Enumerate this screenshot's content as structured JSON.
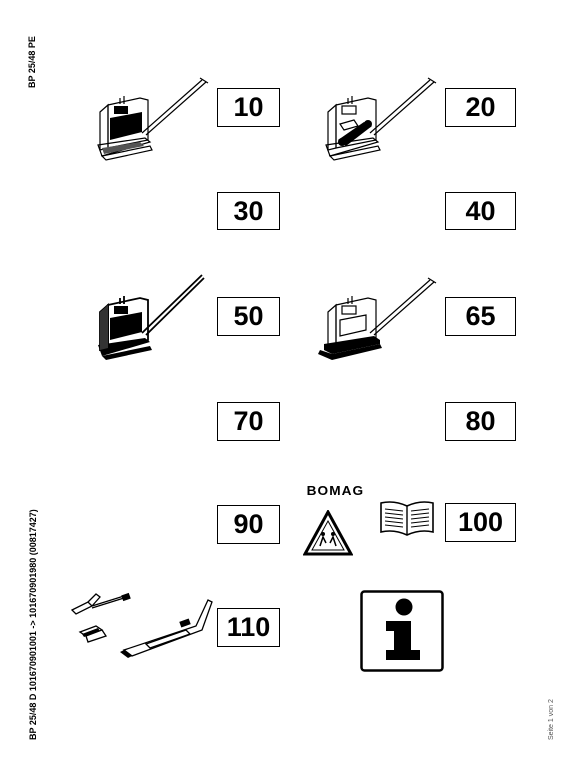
{
  "side_labels": {
    "model": "BP 25/48 PE",
    "serial_range": "BP 25/48 D 101670901001  -> 101670901980 (00817427)"
  },
  "page_label": "Seite 1 von 2",
  "brand": "BOMAG",
  "sections": [
    "10",
    "20",
    "30",
    "40",
    "50",
    "65",
    "70",
    "80",
    "90",
    "100",
    "110"
  ],
  "icons": {
    "machine_engine": "compactor-engine-highlight-icon",
    "machine_drive": "compactor-drive-belt-icon",
    "machine_full": "compactor-full-highlight-icon",
    "machine_base": "compactor-base-plate-icon",
    "warning": "warning-triangle-icon",
    "manual": "open-book-icon",
    "tools": "tools-accessories-icon",
    "info": "information-icon"
  }
}
